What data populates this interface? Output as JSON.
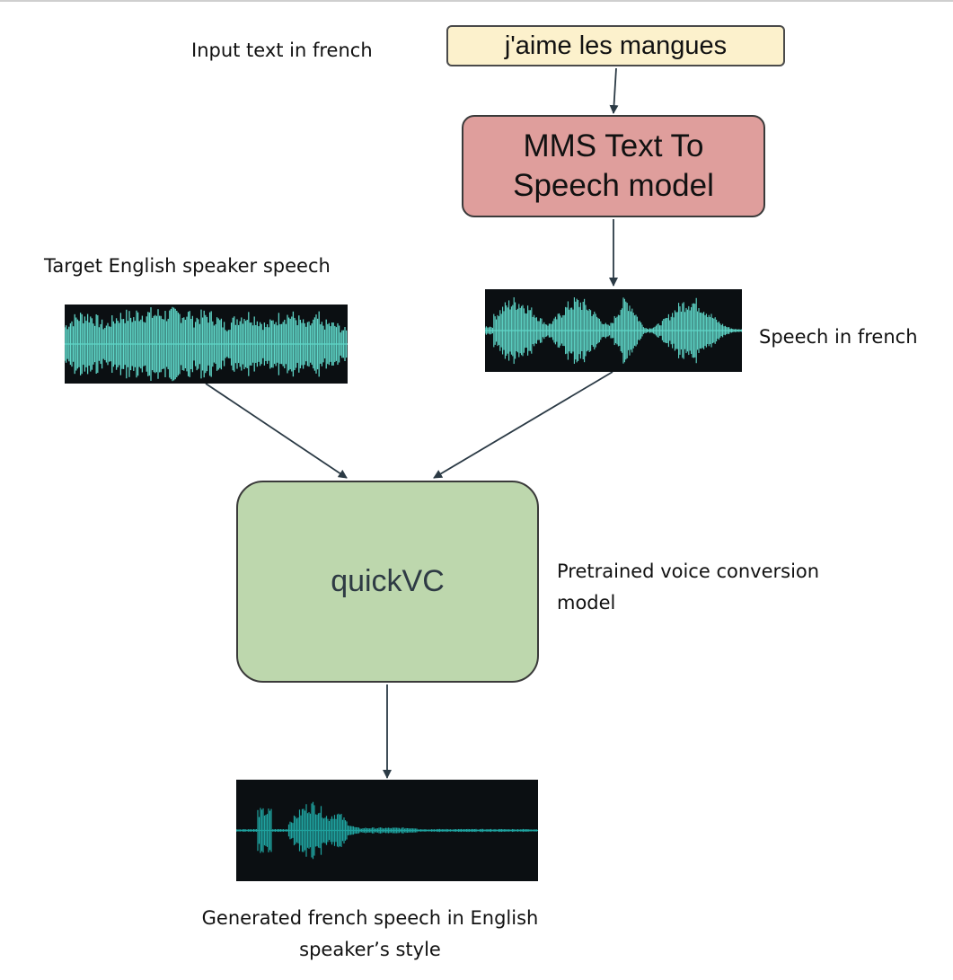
{
  "labels": {
    "input_text": "Input text in french",
    "target_speaker": "Target English speaker speech",
    "speech_french": "Speech in french",
    "pretrained_line1": "Pretrained voice conversion",
    "pretrained_line2": "model",
    "generated_line1": "Generated french speech in English",
    "generated_line2": "speaker’s style"
  },
  "boxes": {
    "input_text": "j'aime les mangues",
    "tts_model": "MMS Text To Speech model",
    "vc_model": "quickVC"
  },
  "colors": {
    "input_box": "#fcf1cc",
    "tts_box": "#df9e9c",
    "vc_box": "#bdd7ad",
    "waveform": "#5fd6c8",
    "waveform_dark": "#1fa3a0",
    "waveform_bg": "#0b0f12",
    "arrow": "#2b3a45"
  },
  "icons": {
    "target_waveform": "waveform-icon",
    "french_waveform": "waveform-icon",
    "generated_waveform": "waveform-icon"
  }
}
